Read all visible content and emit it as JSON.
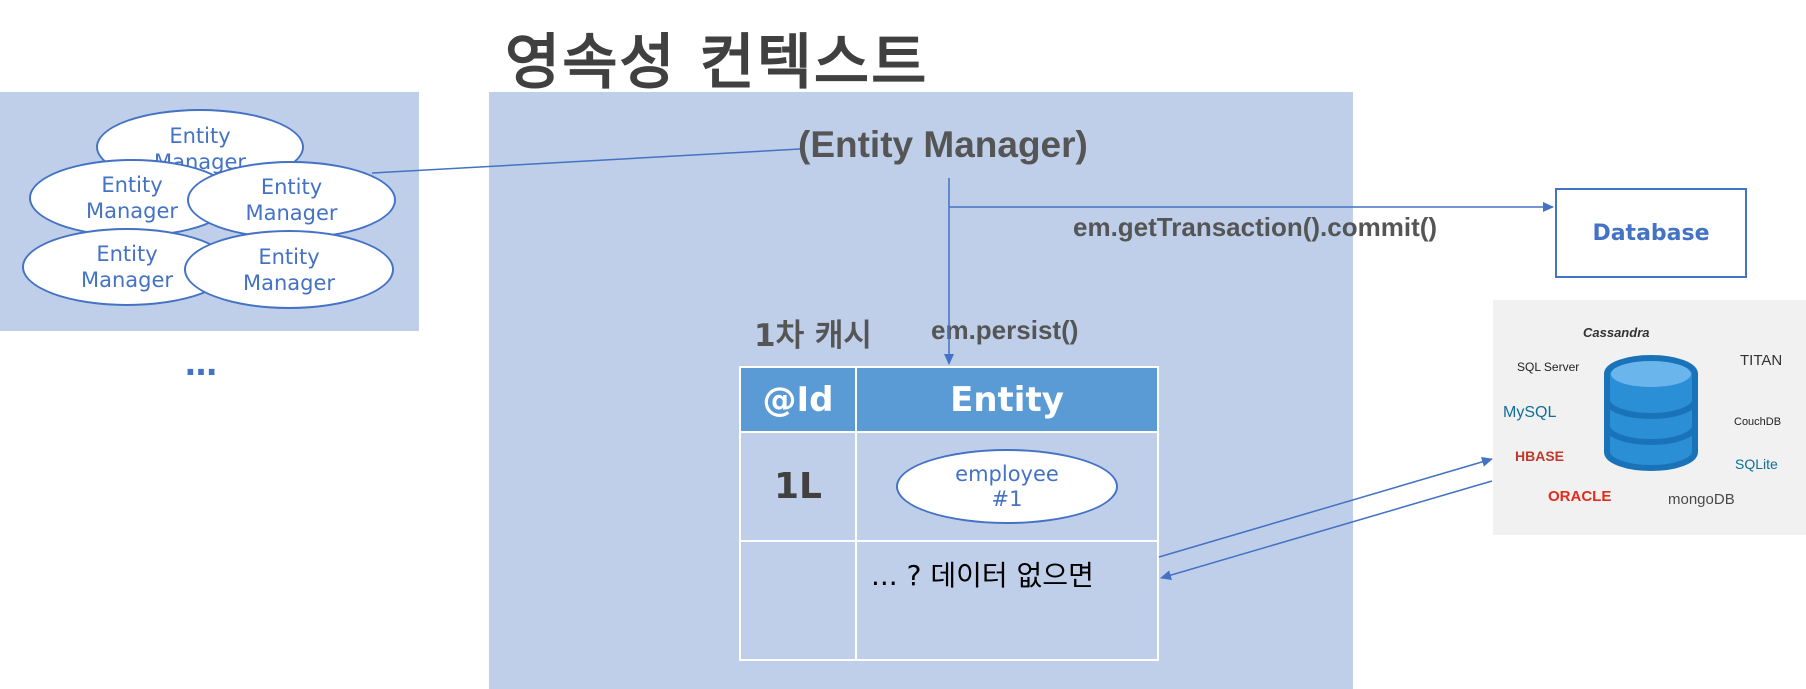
{
  "title": "영속성 컨텍스트",
  "entity_managers": [
    {
      "line1": "Entity",
      "line2": "Manager"
    },
    {
      "line1": "Entity",
      "line2": "Manager"
    },
    {
      "line1": "Entity",
      "line2": "Manager"
    },
    {
      "line1": "Entity",
      "line2": "Manager"
    },
    {
      "line1": "Entity",
      "line2": "Manager"
    }
  ],
  "more_indicator": "…",
  "context": {
    "entity_manager_label": "(Entity Manager)",
    "commit_label": "em.getTransaction().commit()",
    "persist_label": "em.persist()",
    "cache_label": "1차 캐시"
  },
  "database_label": "Database",
  "cache_table": {
    "headers": [
      "@Id",
      "Entity"
    ],
    "rows": [
      {
        "id": "1L",
        "entity_line1": "employee",
        "entity_line2": "#1"
      },
      {
        "id": "",
        "entity_text": "... ? 데이터 없으면"
      }
    ]
  },
  "db_logos": {
    "sqlserver": "SQL Server",
    "cassandra": "Cassandra",
    "titan": "TITAN",
    "mysql": "MySQL",
    "couchdb": "CouchDB",
    "hbase": "HBASE",
    "sqlite": "SQLite",
    "oracle": "ORACLE",
    "mongodb": "mongoDB"
  },
  "colors": {
    "panel": "#bfcfea",
    "accent": "#4472c4",
    "header": "#5b9bd5"
  }
}
